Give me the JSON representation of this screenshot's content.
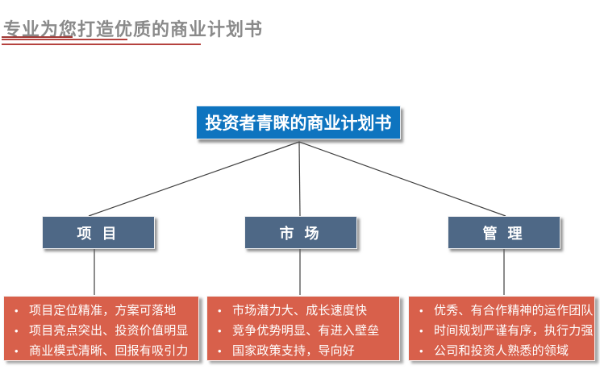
{
  "header": {
    "title": "专业为您打造优质的商业计划书",
    "title_color": "#8a8a8a",
    "underline_color": "#b5423e"
  },
  "root": {
    "label": "投资者青睐的商业计划书",
    "bg_color": "#0e74bf",
    "text_color": "#ffffff"
  },
  "bullet_char": "•",
  "colors": {
    "branch_bg": "#4e6886",
    "detail_bg": "#d8604b",
    "connector_line": "#404040"
  },
  "branches": [
    {
      "label": "项 目",
      "items": [
        "项目定位精准，方案可落地",
        "项目亮点突出、投资价值明显",
        "商业模式清晰、回报有吸引力"
      ]
    },
    {
      "label": "市 场",
      "items": [
        "市场潜力大、成长速度快",
        "竞争优势明显、有进入壁垒",
        "国家政策支持，导向好"
      ]
    },
    {
      "label": "管 理",
      "items": [
        "优秀、有合作精神的运作团队",
        "时间规划严谨有序，执行力强",
        "公司和投资人熟悉的领域"
      ]
    }
  ]
}
